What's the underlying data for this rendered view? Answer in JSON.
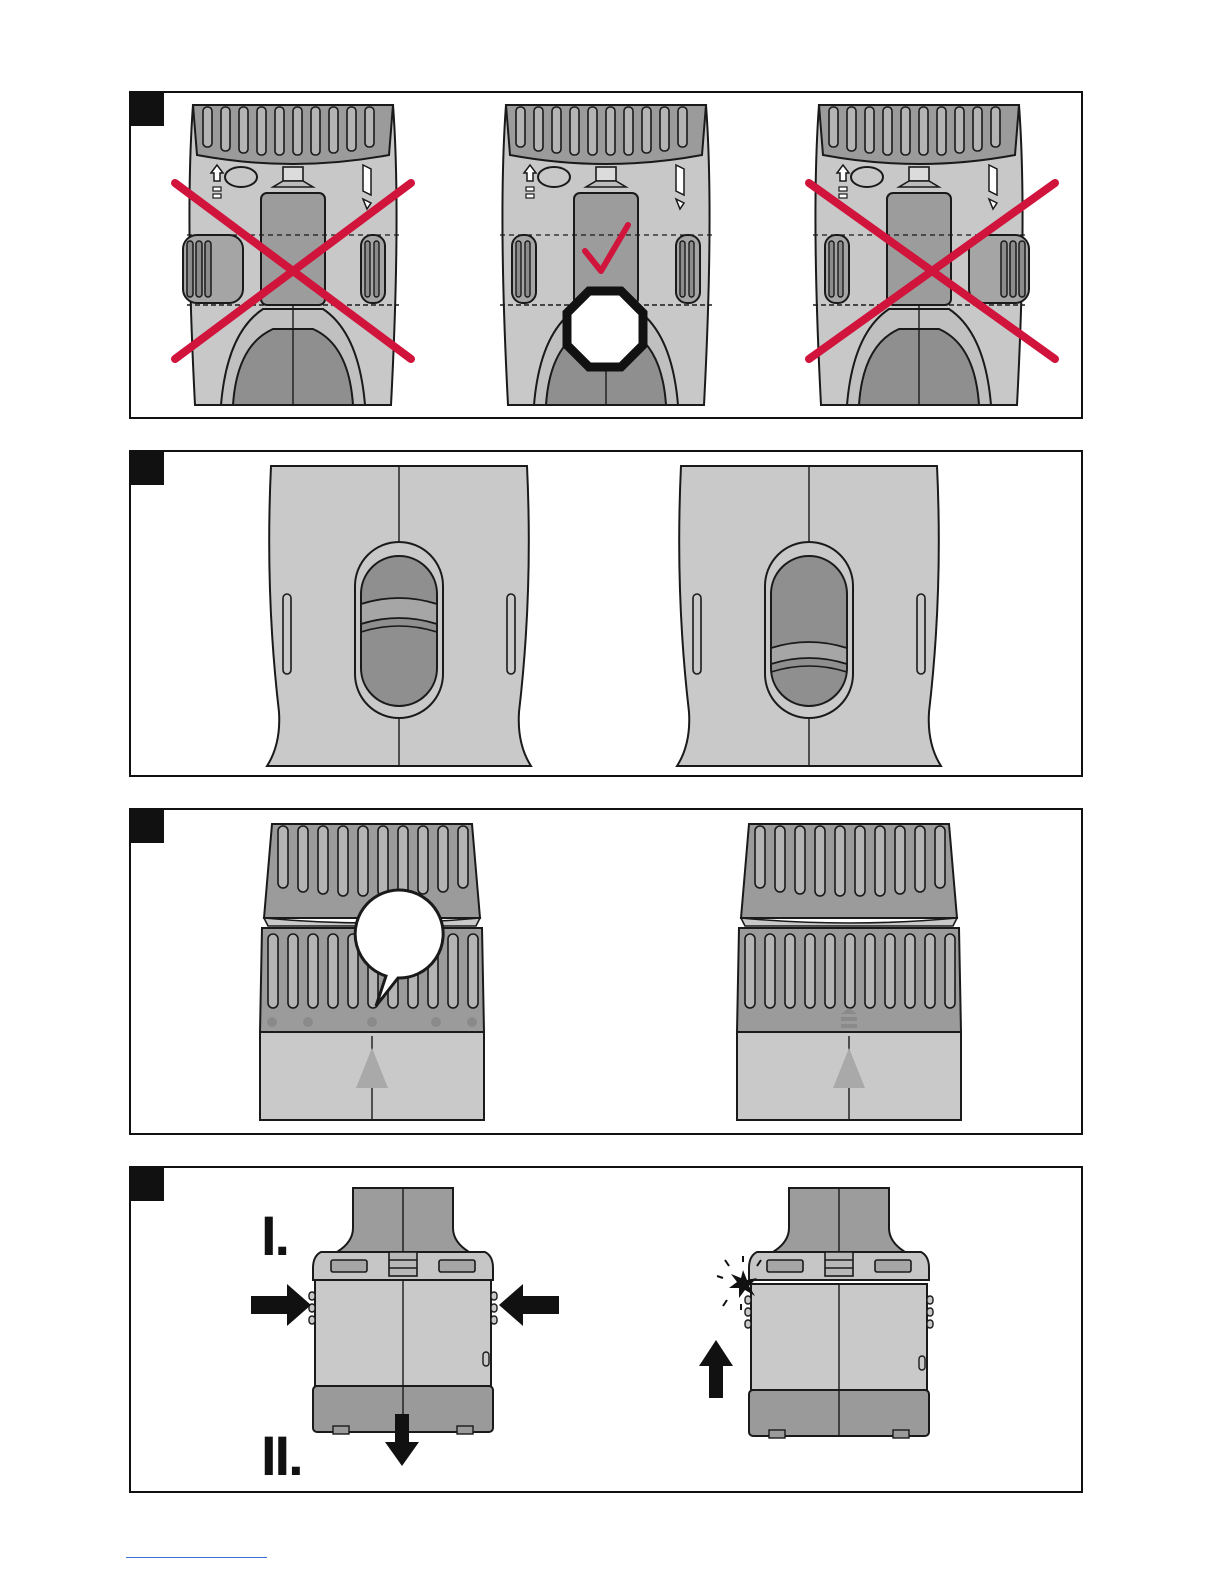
{
  "colors": {
    "body_light": "#c8c8c8",
    "body_mid": "#a9a9a9",
    "body_dark": "#8f8f8f",
    "outline": "#1a1a1a",
    "cross_red": "#d0143c",
    "panel_border": "#111111"
  },
  "figures": [
    {
      "id": "fig-1",
      "content": [
        "drill-front-view-crossed-left",
        "drill-front-view-correct",
        "drill-front-view-crossed-right"
      ],
      "icons": [
        "x-mark-icon",
        "checkmark-icon",
        "octagon-icon"
      ]
    },
    {
      "id": "fig-2",
      "content": [
        "slide-switch-up",
        "slide-switch-down"
      ]
    },
    {
      "id": "fig-3",
      "content": [
        "torque-collar-dots",
        "torque-collar-drill-symbol"
      ],
      "icons": [
        "arrow-up-triangle-icon",
        "drill-mode-icon",
        "callout-bubble"
      ]
    },
    {
      "id": "fig-4",
      "content": [
        "battery-release",
        "battery-insert"
      ],
      "icons": [
        "arrow-right-icon",
        "arrow-left-icon",
        "arrow-down-icon",
        "arrow-up-icon",
        "click-burst-icon"
      ]
    }
  ],
  "steps": {
    "step_one": "I.",
    "step_two": "II."
  }
}
